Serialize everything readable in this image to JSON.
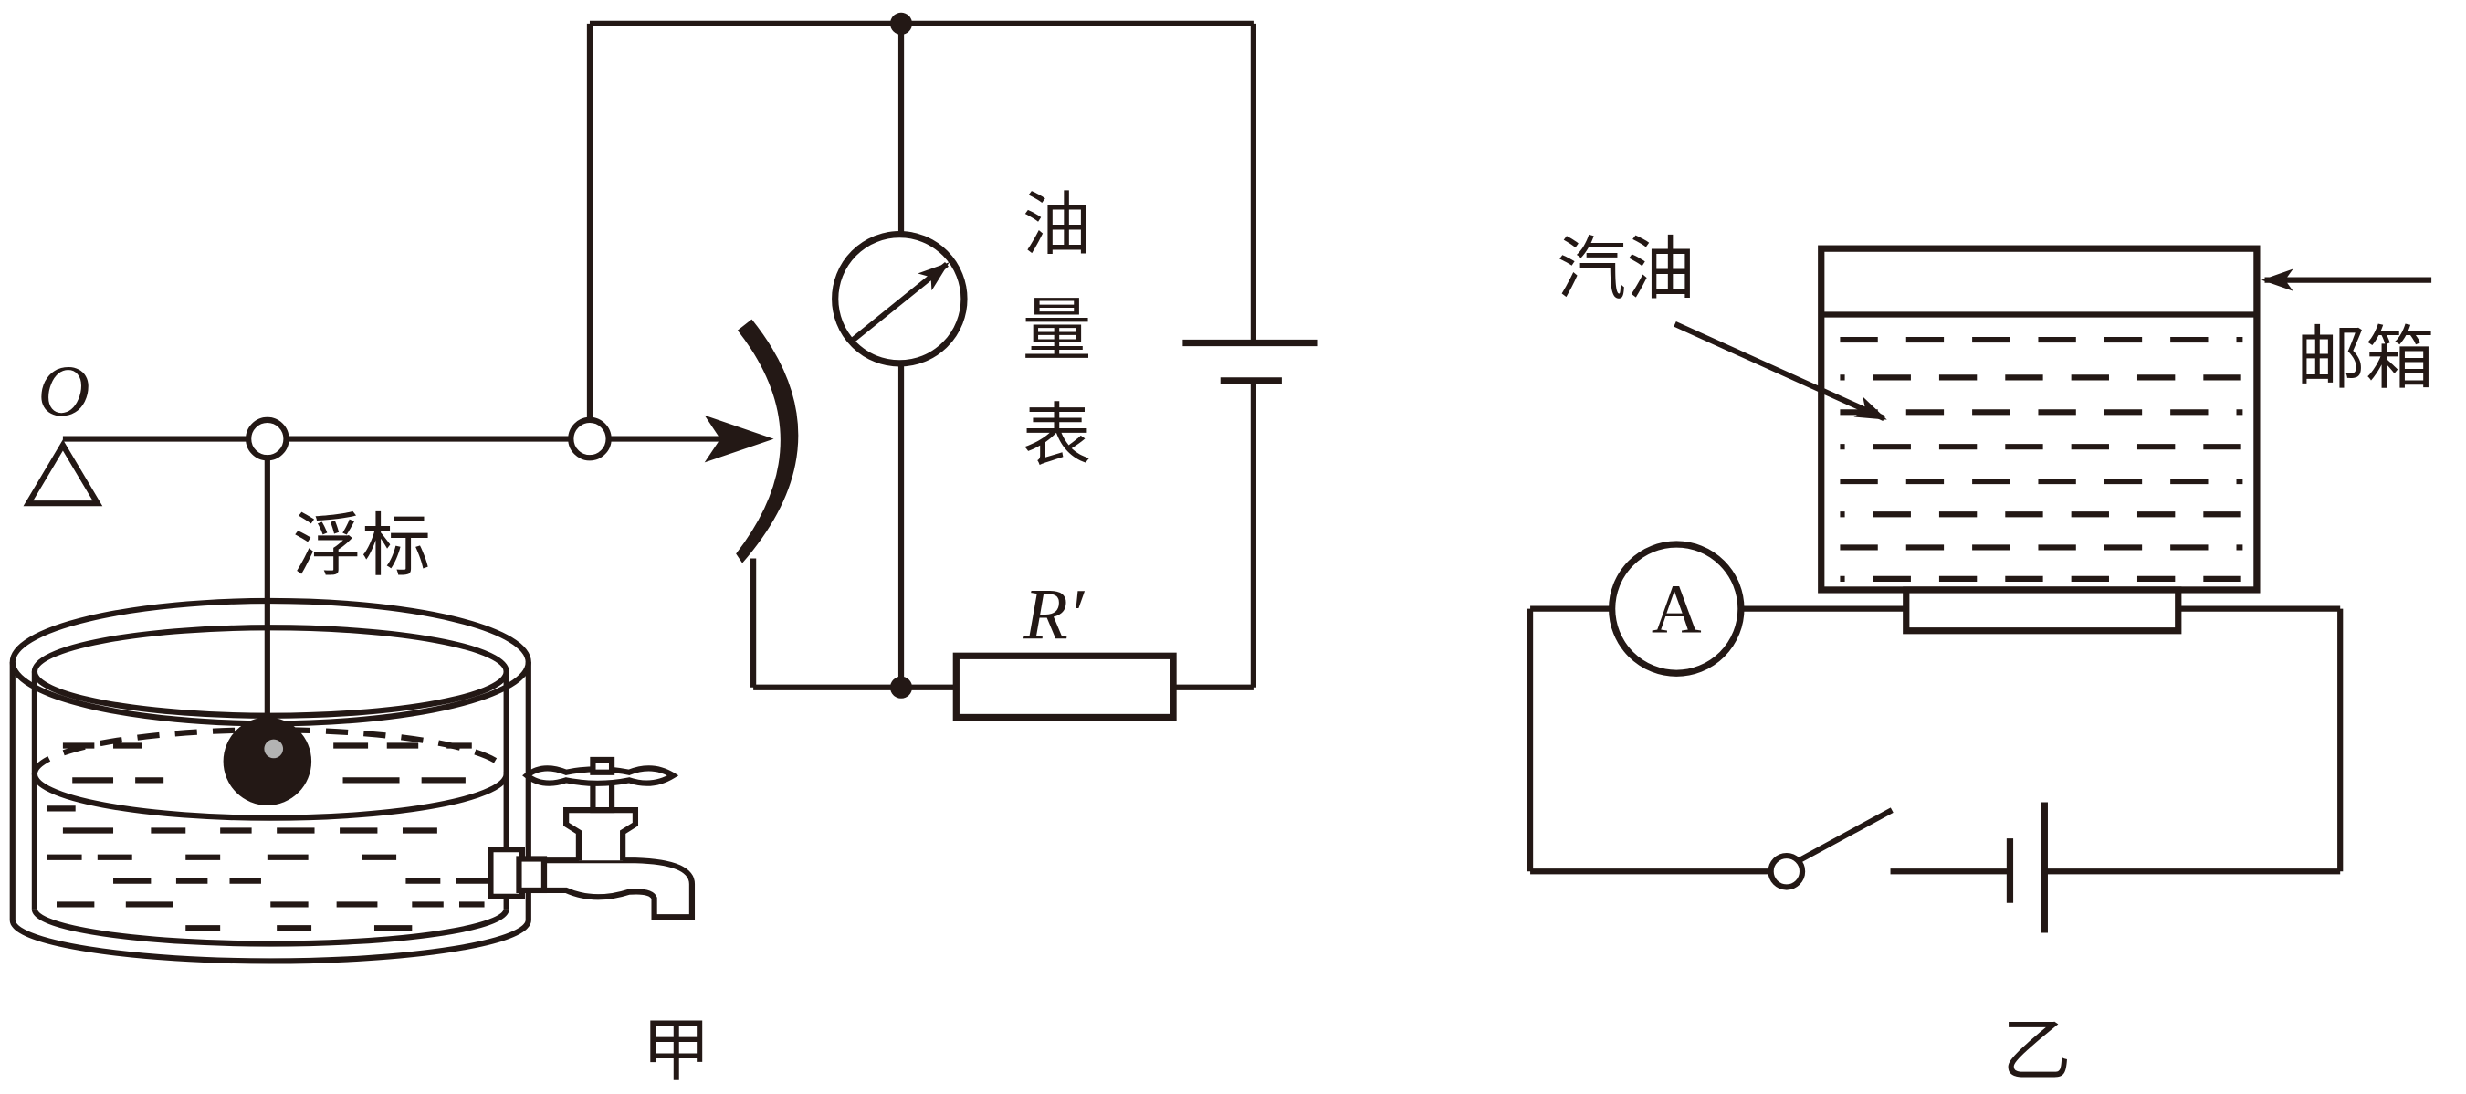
{
  "figure_jia": {
    "caption": "甲",
    "pivot_label": "O",
    "float_label": "浮标",
    "meter_label": "油量表",
    "resistor_label": "R′"
  },
  "figure_yi": {
    "caption": "乙",
    "gasoline_label": "汽油",
    "tank_label": "邮箱",
    "ammeter_label": "A"
  },
  "colors": {
    "component_fill": "#fdf6c2",
    "line": "#231815",
    "float_highlight": "#b3b3b3"
  }
}
